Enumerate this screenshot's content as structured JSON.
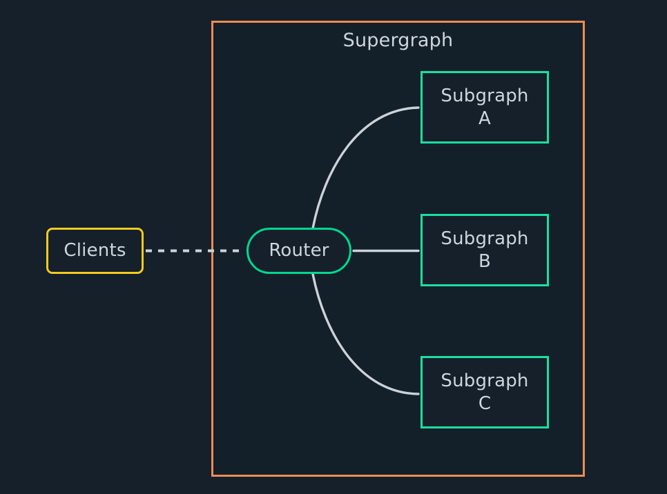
{
  "diagram": {
    "type": "graph",
    "background_color": "#15202b",
    "cluster": {
      "title": "Supergraph",
      "border_color": "#f08c52",
      "fill_color": "#13202a"
    },
    "nodes": [
      {
        "id": "clients",
        "label": "Clients",
        "shape": "rounded-rectangle",
        "border_color": "#f5cb1e",
        "text_color": "#ced6dd"
      },
      {
        "id": "router",
        "label": "Router",
        "shape": "stadium",
        "border_color": "#00d98f",
        "text_color": "#ced6dd"
      },
      {
        "id": "subgraph_a",
        "label": "Subgraph\nA",
        "shape": "rectangle",
        "border_color": "#1ae0a0",
        "text_color": "#ced6dd"
      },
      {
        "id": "subgraph_b",
        "label": "Subgraph\nB",
        "shape": "rectangle",
        "border_color": "#1ae0a0",
        "text_color": "#ced6dd"
      },
      {
        "id": "subgraph_c",
        "label": "Subgraph\nC",
        "shape": "rectangle",
        "border_color": "#1ae0a0",
        "text_color": "#ced6dd"
      }
    ],
    "edges": [
      {
        "from": "clients",
        "to": "router",
        "style": "dashed",
        "color": "#ccd2d8"
      },
      {
        "from": "router",
        "to": "subgraph_a",
        "style": "solid-curved",
        "color": "#ccd2d8"
      },
      {
        "from": "router",
        "to": "subgraph_b",
        "style": "solid",
        "color": "#ccd2d8"
      },
      {
        "from": "router",
        "to": "subgraph_c",
        "style": "solid-curved",
        "color": "#ccd2d8"
      }
    ]
  }
}
